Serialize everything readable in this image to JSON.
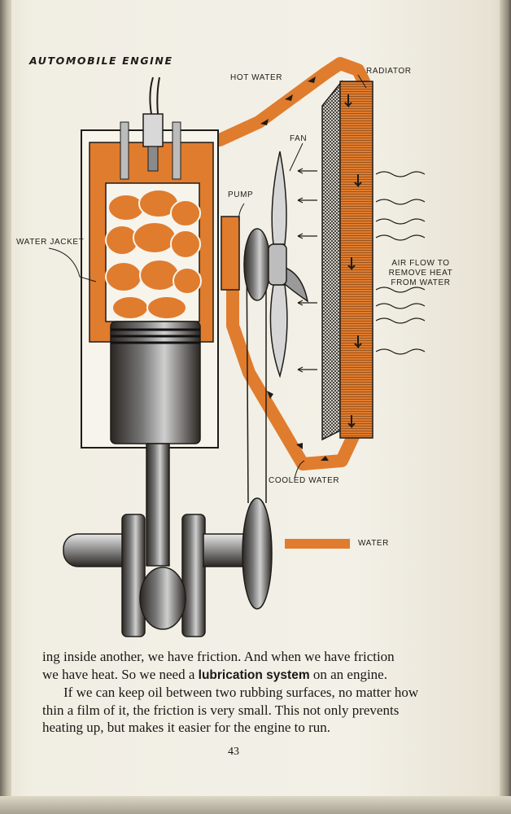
{
  "figure": {
    "title": "AUTOMOBILE ENGINE",
    "labels": {
      "hot_water": "HOT WATER",
      "radiator": "RADIATOR",
      "fan": "FAN",
      "pump": "PUMP",
      "water_jacket": "WATER JACKET",
      "air_flow_line1": "AIR FLOW TO",
      "air_flow_line2": "REMOVE HEAT",
      "air_flow_line3": "FROM WATER",
      "cooled_water": "COOLED WATER"
    },
    "legend": {
      "label": "WATER",
      "color": "#e07c2e"
    }
  },
  "body": {
    "line1_start": "ing inside another, we have friction. And when we have friction",
    "line2_start": "we have heat. So we need a ",
    "line2_bold": "lubrication system",
    "line2_end": " on an engine.",
    "para2": "If we can keep oil between two rubbing surfaces, no matter how thin a film of it, the friction is very small. This not only prevents heating up, but makes it easier for the engine to run."
  },
  "page_number": "43",
  "colors": {
    "water": "#e07c2e",
    "ink": "#1f1c18",
    "paper": "#f3f0e7"
  }
}
